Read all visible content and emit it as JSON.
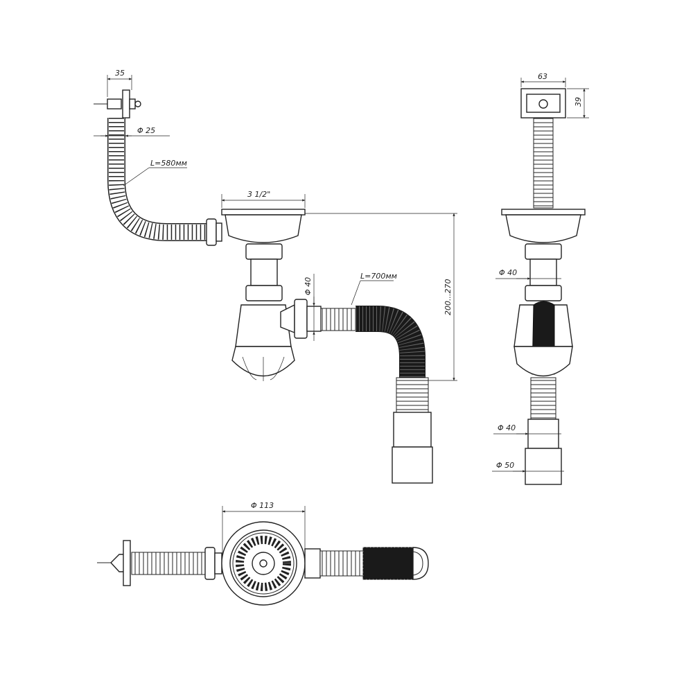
{
  "dimensions": {
    "overflow_flange_width": "35",
    "overflow_hose_diameter": "Φ 25",
    "overflow_hose_length": "L=580мм",
    "outlet_size": "3 1/2\"",
    "trap_outlet_diameter": "Φ 40",
    "drain_hose_length": "L=700мм",
    "height_range": "200...270",
    "top_flange_width": "63",
    "top_flange_height": "39",
    "side_upper_diameter": "Φ 40",
    "side_lower_diameter": "Φ 40",
    "side_end_diameter": "Φ 50",
    "bowl_diameter": "Φ 113"
  },
  "views": {
    "front": "front-elevation",
    "side": "side-elevation",
    "top": "plan-view"
  },
  "colors": {
    "line": "#222222",
    "hose_dark": "#1a1a1a",
    "background": "#ffffff"
  }
}
